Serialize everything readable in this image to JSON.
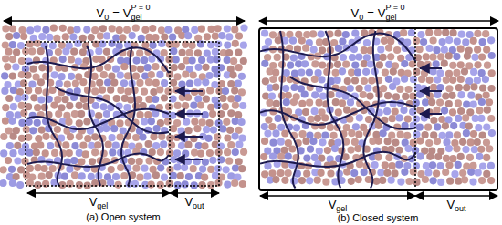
{
  "diagram": {
    "labels": [
      "V",
      "0",
      "=",
      "V",
      "gel",
      "P = 0",
      "V",
      "gel",
      "V",
      "out",
      "(a) Open system",
      "V",
      "0",
      "=",
      "V",
      "gel",
      "P = 0",
      "V",
      "gel",
      "V",
      "out",
      "(b) Closed system"
    ]
  }
}
